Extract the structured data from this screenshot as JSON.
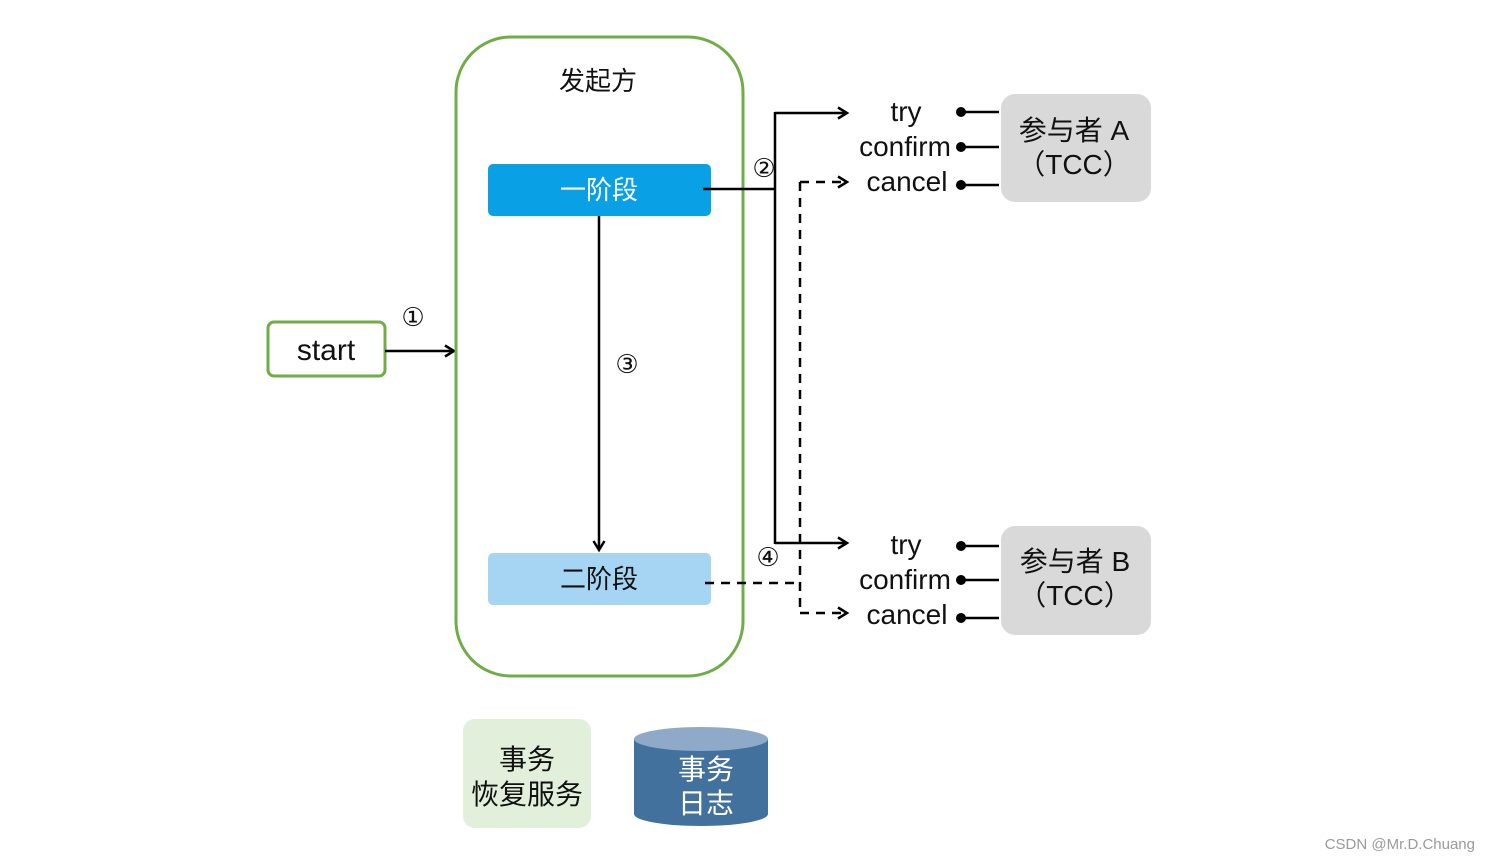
{
  "start": {
    "label": "start"
  },
  "steps": {
    "s1": "①",
    "s2": "②",
    "s3": "③",
    "s4": "④"
  },
  "initiator": {
    "title": "发起方",
    "phase1": "一阶段",
    "phase2": "二阶段"
  },
  "participants": [
    {
      "name": "参与者 A",
      "type": "（TCC）",
      "methods": [
        "try",
        "confirm",
        "cancel"
      ]
    },
    {
      "name": "参与者 B",
      "type": "（TCC）",
      "methods": [
        "try",
        "confirm",
        "cancel"
      ]
    }
  ],
  "recovery": {
    "line1": "事务",
    "line2": "恢复服务"
  },
  "log": {
    "line1": "事务",
    "line2": "日志"
  },
  "watermark": "CSDN @Mr.D.Chuang",
  "colors": {
    "green_border": "#70ad47",
    "phase1": "#0aa0e6",
    "phase2": "#a6d5f4",
    "participant": "#d9d9d9",
    "recovery": "#e2efda",
    "log_body": "#41719c",
    "log_top": "#8faac8"
  }
}
